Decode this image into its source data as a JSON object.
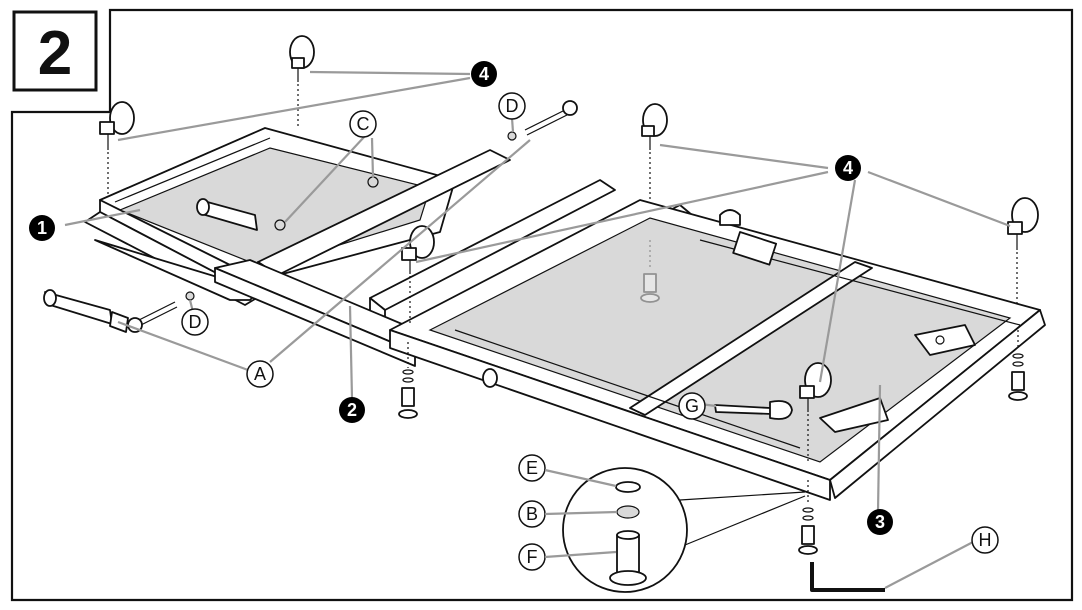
{
  "step": {
    "number": "2"
  },
  "labels": {
    "part_1": "1",
    "part_2": "2",
    "part_3": "3",
    "part_4": "4",
    "A": "A",
    "B": "B",
    "C": "C",
    "D": "D",
    "E": "E",
    "F": "F",
    "G": "G",
    "H": "H"
  },
  "colors": {
    "line": "#111111",
    "leader": "#9a9a9a",
    "badge": "#000000",
    "background": "#ffffff"
  }
}
